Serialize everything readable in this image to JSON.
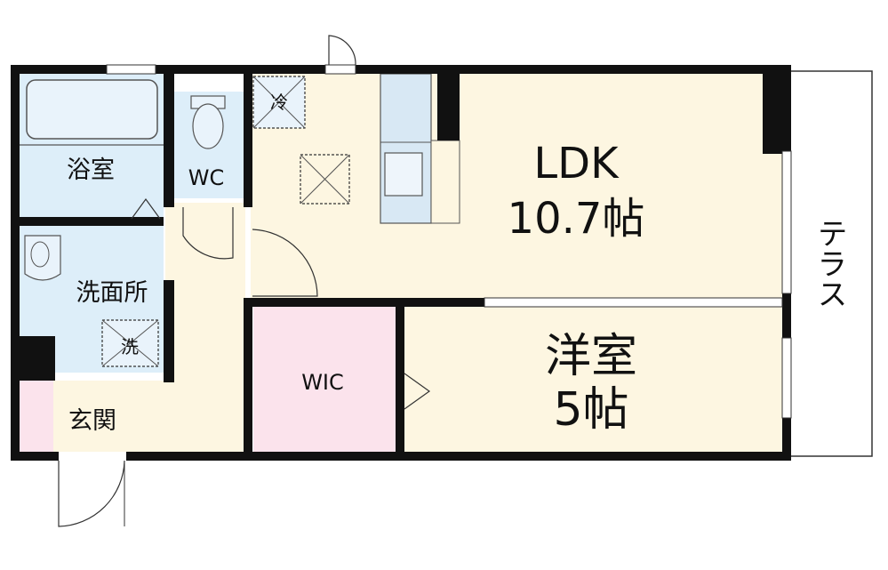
{
  "rooms": {
    "ldk_name": "LDK",
    "ldk_size": "10.7帖",
    "western_name": "洋室",
    "western_size": "5帖",
    "bath": "浴室",
    "toilet": "WC",
    "washroom": "洗面所",
    "entrance": "玄関",
    "walk_in_closet": "WIC",
    "terrace": "テラス"
  },
  "fixtures": {
    "fridge": "冷",
    "washer": "洗"
  },
  "colors": {
    "wall": "#111111",
    "wet_area": "#ddeef9",
    "living": "#fdf6e1",
    "closet": "#fbe3ec",
    "entrance_tile": "#fbe3ec",
    "kitchen": "#d8e8f4"
  }
}
